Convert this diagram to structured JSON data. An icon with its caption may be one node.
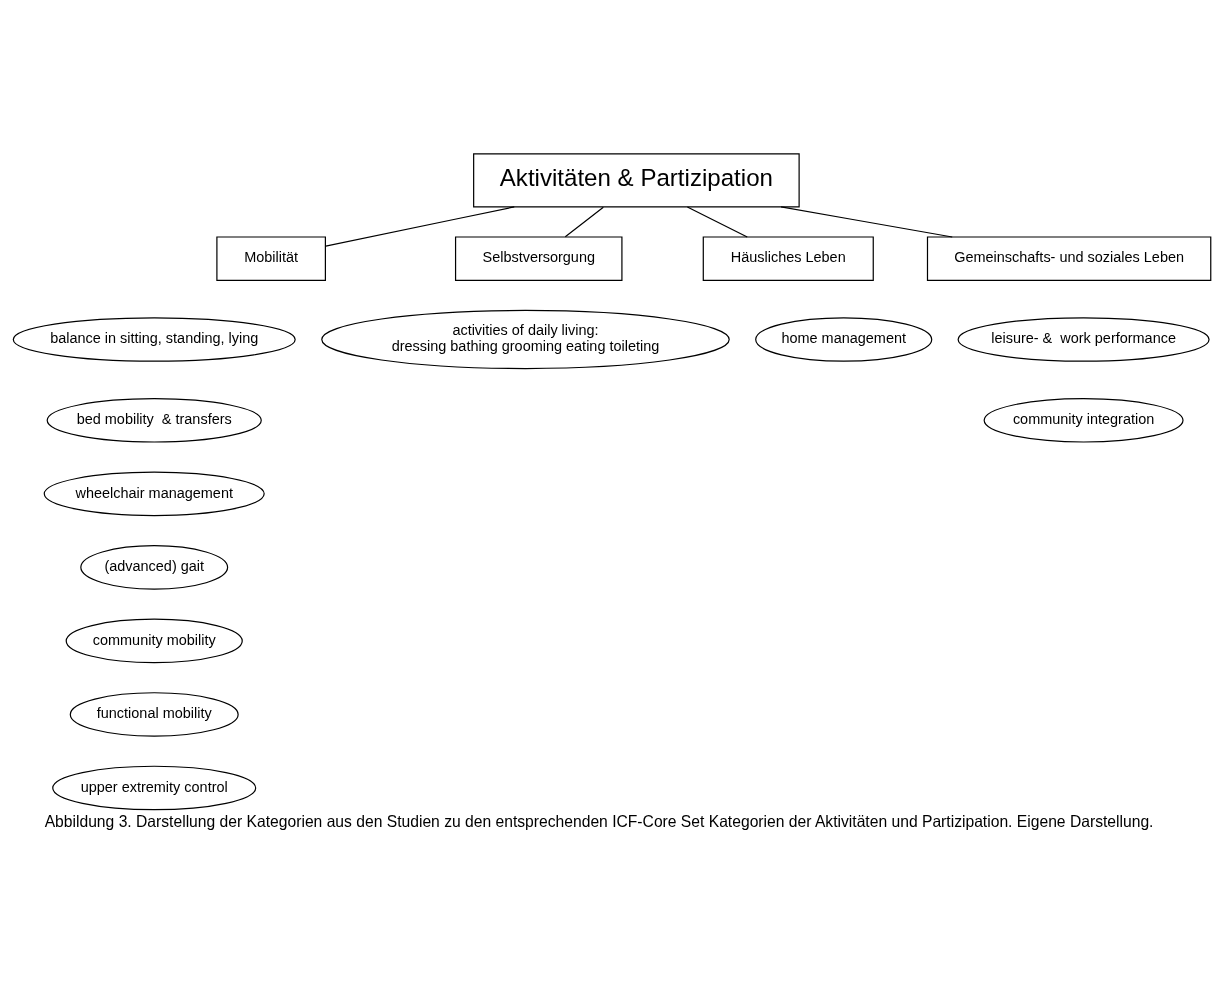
{
  "diagram": {
    "caption": "Abbildung 3. Darstellung der Kategorien aus den Studien zu den entsprechenden ICF-Core Set Kategorien der Aktivitäten und Partizipation. Eigene Darstellung.",
    "nodes": [
      {
        "text": [
          "Aktivitäten & Partizipation"
        ]
      },
      {
        "text": [
          "Mobilität"
        ]
      },
      {
        "text": [
          "Selbstversorgung"
        ]
      },
      {
        "text": [
          "Häusliches Leben"
        ]
      },
      {
        "text": [
          "Gemeinschafts- und soziales Leben"
        ]
      },
      {
        "text": [
          "balance in sitting, standing, lying"
        ]
      },
      {
        "text": [
          "bed mobility  & transfers"
        ]
      },
      {
        "text": [
          "wheelchair management"
        ]
      },
      {
        "text": [
          "(advanced) gait"
        ]
      },
      {
        "text": [
          "community mobility"
        ]
      },
      {
        "text": [
          "functional mobility"
        ]
      },
      {
        "text": [
          "upper extremity control"
        ]
      },
      {
        "text": [
          "activities of daily living:",
          "dressing bathing grooming eating toileting"
        ]
      },
      {
        "text": [
          "home management"
        ]
      },
      {
        "text": [
          "leisure- &  work performance"
        ]
      },
      {
        "text": [
          "community integration"
        ]
      }
    ],
    "edges": [
      {
        "from": 0,
        "to": 1,
        "arrow": "none"
      },
      {
        "from": 0,
        "to": 2,
        "arrow": "none"
      },
      {
        "from": 0,
        "to": 3,
        "arrow": "none"
      },
      {
        "from": 0,
        "to": 4,
        "arrow": "none"
      }
    ]
  }
}
